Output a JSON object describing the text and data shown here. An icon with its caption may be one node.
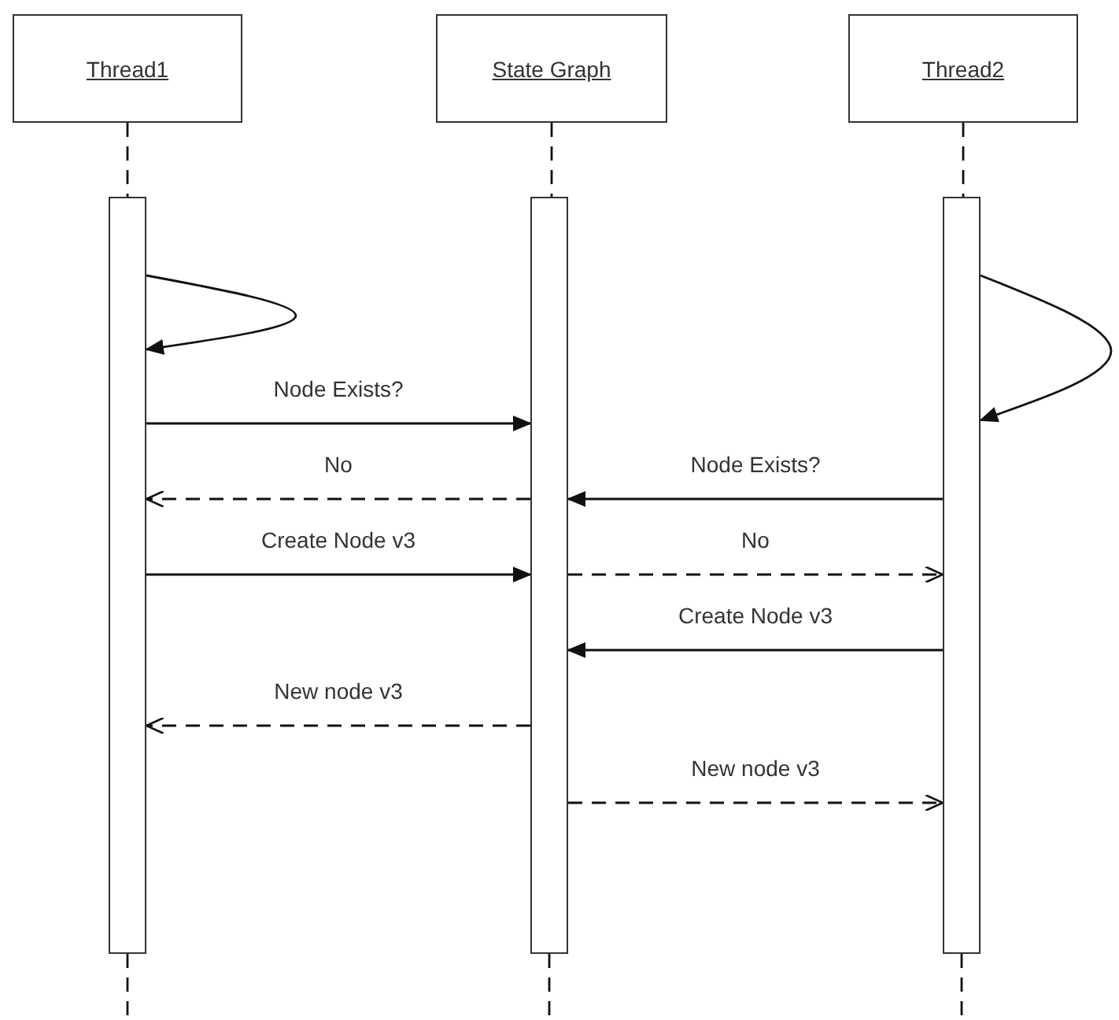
{
  "diagram": {
    "nodes": [
      {
        "text": [
          "Thread1"
        ]
      },
      {
        "text": [
          "State Graph"
        ]
      },
      {
        "text": [
          "Thread2"
        ]
      },
      {
        "text": [],
        "shape": "bar"
      },
      {
        "text": [],
        "shape": "bar"
      },
      {
        "text": [],
        "shape": "bar"
      }
    ],
    "edges": [
      {
        "from": 0,
        "to": 3,
        "arrow": "none",
        "style": "dashed"
      },
      {
        "from": 1,
        "to": 4,
        "arrow": "none",
        "style": "dashed"
      },
      {
        "from": 2,
        "to": 5,
        "arrow": "none",
        "style": "dashed"
      },
      {
        "from": 3,
        "to": 3,
        "arrow": "to"
      },
      {
        "from": 3,
        "to": 4,
        "label": "Node Exists?",
        "arrow": "to"
      },
      {
        "from": 4,
        "to": 3,
        "label": "No",
        "arrow": "to",
        "style": "dashed"
      },
      {
        "from": 3,
        "to": 4,
        "label": "Create Node v3",
        "arrow": "to"
      },
      {
        "from": 5,
        "to": 5,
        "arrow": "to"
      },
      {
        "from": 5,
        "to": 4,
        "label": "Node Exists?",
        "arrow": "to"
      },
      {
        "from": 4,
        "to": 5,
        "label": "No",
        "arrow": "to",
        "style": "dashed"
      },
      {
        "from": 5,
        "to": 4,
        "label": "Create Node v3",
        "arrow": "to"
      },
      {
        "from": 4,
        "to": 3,
        "label": "New node v3",
        "arrow": "to",
        "style": "dashed"
      },
      {
        "from": 4,
        "to": 5,
        "label": "New node v3",
        "arrow": "to",
        "style": "dashed"
      },
      {
        "from": 3,
        "to": null,
        "arrow": "none",
        "style": "dashed"
      },
      {
        "from": 4,
        "to": null,
        "arrow": "none",
        "style": "dashed"
      },
      {
        "from": 5,
        "to": null,
        "arrow": "none",
        "style": "dashed"
      }
    ]
  }
}
